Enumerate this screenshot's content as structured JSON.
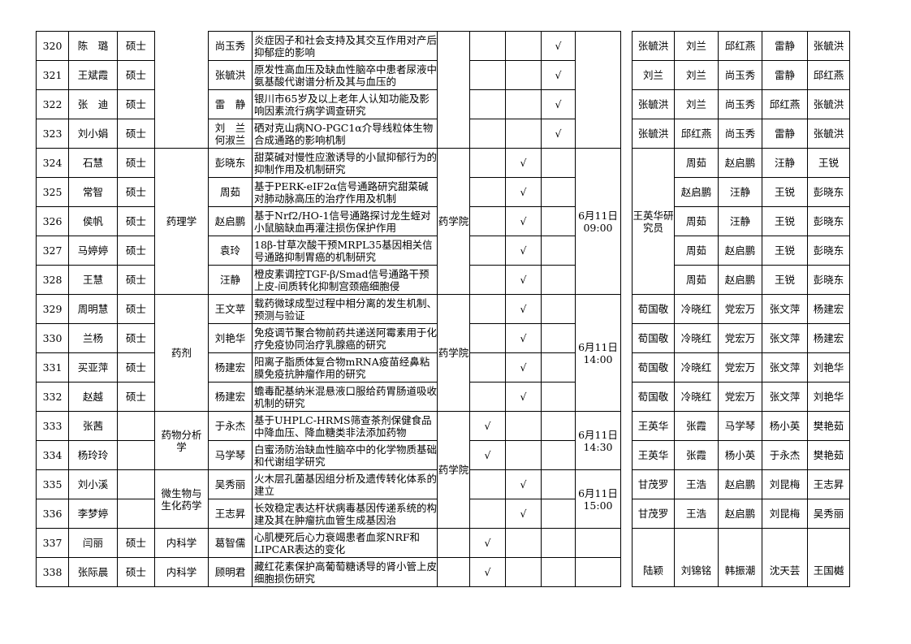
{
  "rows": [
    {
      "no": "320",
      "name": "陈　璐",
      "degree": "硕士",
      "major": "",
      "advisor": "尚玉秀",
      "title": "炎症因子和社会支持及其交互作用对产后抑郁症的影响",
      "c1": "",
      "c2": "",
      "c3": "√",
      "chair": "张毓洪",
      "m1": "刘兰",
      "m2": "邱红燕",
      "m3": "雷静",
      "m4": "张毓洪"
    },
    {
      "no": "321",
      "name": "王斌霞",
      "degree": "硕士",
      "major": "",
      "advisor": "张毓洪",
      "title": "原发性高血压及缺血性脑卒中患者尿液中氨基酸代谢谱分析及其与血压的",
      "c1": "",
      "c2": "",
      "c3": "√",
      "chair": "刘兰",
      "m1": "刘兰",
      "m2": "尚玉秀",
      "m3": "雷静",
      "m4": "邱红燕"
    },
    {
      "no": "322",
      "name": "张　迪",
      "degree": "硕士",
      "major": "",
      "advisor": "雷　静",
      "title": "银川市65岁及以上老年人认知功能及影响因素流行病学调查研究",
      "c1": "",
      "c2": "",
      "c3": "√",
      "chair": "张毓洪",
      "m1": "刘兰",
      "m2": "尚玉秀",
      "m3": "邱红燕",
      "m4": "张毓洪"
    },
    {
      "no": "323",
      "name": "刘小娟",
      "degree": "硕士",
      "major": "",
      "advisor": "刘　兰\n何淑兰",
      "title": "硒对克山病NO-PGC1α介导线粒体生物合成通路的影响机制",
      "c1": "",
      "c2": "",
      "c3": "√",
      "chair": "张毓洪",
      "m1": "邱红燕",
      "m2": "尚玉秀",
      "m3": "雷静",
      "m4": "张毓洪"
    },
    {
      "no": "324",
      "name": "石慧",
      "degree": "硕士",
      "advisor": "彭晓东",
      "title": "甜菜碱对慢性应激诱导的小鼠抑郁行为的抑制作用及机制研究",
      "c1": "",
      "c2": "√",
      "c3": "",
      "m1": "周茹",
      "m2": "赵启鹏",
      "m3": "汪静",
      "m4": "王锐"
    },
    {
      "no": "325",
      "name": "常智",
      "degree": "硕士",
      "advisor": "周茹",
      "title": "基于PERK-eIF2α信号通路研究甜菜碱对肺动脉高压的治疗作用及机制",
      "c1": "",
      "c2": "√",
      "c3": "",
      "m1": "赵启鹏",
      "m2": "汪静",
      "m3": "王锐",
      "m4": "彭晓东"
    },
    {
      "no": "326",
      "name": "侯帆",
      "degree": "硕士",
      "advisor": "赵启鹏",
      "title": "基于Nrf2/HO-1信号通路探讨龙生蛭对小鼠脑缺血再灌注损伤保护作用",
      "c1": "",
      "c2": "√",
      "c3": "",
      "m1": "周茹",
      "m2": "汪静",
      "m3": "王锐",
      "m4": "彭晓东"
    },
    {
      "no": "327",
      "name": "马婷婷",
      "degree": "硕士",
      "advisor": "袁玲",
      "title": "18β-甘草次酸干预MRPL35基因相关信号通路抑制胃癌的机制研究",
      "c1": "",
      "c2": "√",
      "c3": "",
      "m1": "周茹",
      "m2": "赵启鹏",
      "m3": "王锐",
      "m4": "彭晓东"
    },
    {
      "no": "328",
      "name": "王慧",
      "degree": "硕士",
      "advisor": "汪静",
      "title": "橙皮素调控TGF-β/Smad信号通路干预上皮-间质转化抑制宫颈癌细胞侵",
      "c1": "",
      "c2": "√",
      "c3": "",
      "m1": "周茹",
      "m2": "赵启鹏",
      "m3": "王锐",
      "m4": "彭晓东"
    },
    {
      "no": "329",
      "name": "周明慧",
      "degree": "硕士",
      "advisor": "王文苹",
      "title": "载药微球成型过程中相分离的发生机制、预测与验证",
      "c1": "",
      "c2": "√",
      "c3": "",
      "chair": "荀国敬",
      "m1": "冷晓红",
      "m2": "党宏万",
      "m3": "张文萍",
      "m4": "杨建宏"
    },
    {
      "no": "330",
      "name": "兰杨",
      "degree": "硕士",
      "advisor": "刘艳华",
      "title": "免疫调节聚合物前药共递送阿霉素用于化疗免疫协同治疗乳腺癌的研究",
      "c1": "",
      "c2": "√",
      "c3": "",
      "chair": "荀国敬",
      "m1": "冷晓红",
      "m2": "党宏万",
      "m3": "张文萍",
      "m4": "杨建宏"
    },
    {
      "no": "331",
      "name": "买亚萍",
      "degree": "硕士",
      "advisor": "杨建宏",
      "title": "阳离子脂质体复合物mRNA疫苗经鼻粘膜免疫抗肿瘤作用的研究",
      "c1": "",
      "c2": "√",
      "c3": "",
      "chair": "荀国敬",
      "m1": "冷晓红",
      "m2": "党宏万",
      "m3": "张文萍",
      "m4": "刘艳华"
    },
    {
      "no": "332",
      "name": "赵越",
      "degree": "硕士",
      "advisor": "杨建宏",
      "title": "蟾毒配基纳米混悬液口服给药胃肠道吸收机制的研究",
      "c1": "",
      "c2": "√",
      "c3": "",
      "chair": "荀国敬",
      "m1": "冷晓红",
      "m2": "党宏万",
      "m3": "张文萍",
      "m4": "刘艳华"
    },
    {
      "no": "333",
      "name": "张茜",
      "degree": "",
      "advisor": "于永杰",
      "title": "基于UHPLC-HRMS筛查茶剂保健食品中降血压、降血糖类非法添加药物",
      "c1": "√",
      "c2": "",
      "c3": "",
      "chair": "王英华",
      "m1": "张霞",
      "m2": "马学琴",
      "m3": "杨小英",
      "m4": "樊艳茹"
    },
    {
      "no": "334",
      "name": "杨玲玲",
      "degree": "",
      "advisor": "马学琴",
      "title": "白蜜汤防治缺血性脑卒中的化学物质基础和代谢组学研究",
      "c1": "√",
      "c2": "",
      "c3": "",
      "chair": "王英华",
      "m1": "张霞",
      "m2": "杨小英",
      "m3": "于永杰",
      "m4": "樊艳茹"
    },
    {
      "no": "335",
      "name": "刘小溪",
      "degree": "",
      "advisor": "吴秀丽",
      "title": "火木层孔菌基因组分析及遗传转化体系的建立",
      "c1": "",
      "c2": "√",
      "c3": "",
      "chair": "甘茂罗",
      "m1": "王浩",
      "m2": "赵启鹏",
      "m3": "刘昆梅",
      "m4": "王志昇"
    },
    {
      "no": "336",
      "name": "李梦婷",
      "degree": "",
      "advisor": "王志昇",
      "title": "长效稳定表达杆状病毒基因传递系统的构建及其在肿瘤抗血管生成基因治",
      "c1": "",
      "c2": "√",
      "c3": "",
      "chair": "甘茂罗",
      "m1": "王浩",
      "m2": "赵启鹏",
      "m3": "刘昆梅",
      "m4": "吴秀丽"
    },
    {
      "no": "337",
      "name": "闫丽",
      "degree": "硕士",
      "major": "内科学",
      "advisor": "葛智儒",
      "title": "心肌梗死后心力衰竭患者血浆NRF和LIPCAR表达的变化",
      "c1": "√",
      "c2": "",
      "c3": ""
    },
    {
      "no": "338",
      "name": "张际晨",
      "degree": "硕士",
      "major": "内科学",
      "advisor": "顾明君",
      "title": "藏红花素保护高葡萄糖诱导的肾小管上皮细胞损伤研究",
      "c1": "√",
      "c2": "",
      "c3": ""
    }
  ],
  "groups": {
    "pharmacology": {
      "major": "药理学",
      "college": "药学院",
      "time": "6月11日\n09:00",
      "chair": "王英华研\n究员"
    },
    "pharmaceutics": {
      "major": "药剂",
      "college": "药学院",
      "time": "6月11日\n14:00"
    },
    "analysis": {
      "major": "药物分析\n学",
      "college": "药学院",
      "time": "6月11日\n14:30"
    },
    "microbio": {
      "major": "微生物与\n生化药学",
      "time": "6月11日\n15:00"
    },
    "last": {
      "chair": "陆颖",
      "m1": "刘锦铭",
      "m2": "韩振潮",
      "m3": "沈天芸",
      "m4": "王国樾"
    }
  }
}
